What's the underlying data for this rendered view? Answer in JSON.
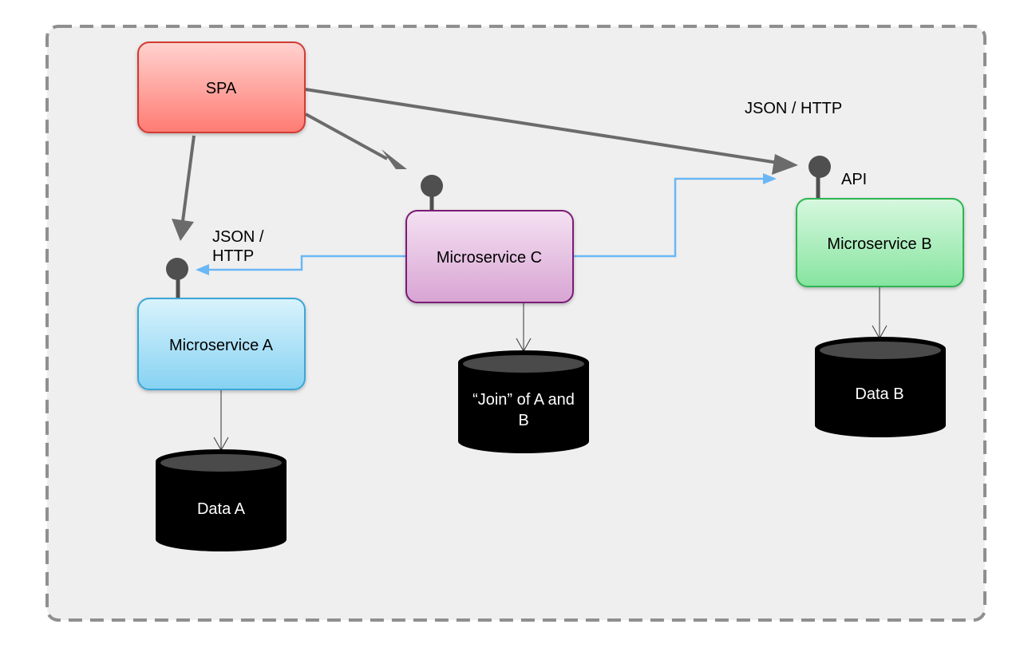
{
  "nodes": {
    "spa": "SPA",
    "microservice_a": "Microservice A",
    "microservice_b": "Microservice B",
    "microservice_c": "Microservice C"
  },
  "databases": {
    "data_a": "Data A",
    "data_b": "Data B",
    "join_line1": "“Join” of A and",
    "join_line2": "B"
  },
  "labels": {
    "json_http_top": "JSON / HTTP",
    "json_http_left_line1": "JSON /",
    "json_http_left_line2": "HTTP",
    "api": "API"
  },
  "colors": {
    "spa": "#ff7b73",
    "microservice_a": "#8fd6f3",
    "microservice_b": "#8de6a5",
    "microservice_c": "#ddaad8",
    "database": "#000000",
    "grey_arrow": "#6b6b6b",
    "blue_arrow": "#6ab7f5"
  }
}
